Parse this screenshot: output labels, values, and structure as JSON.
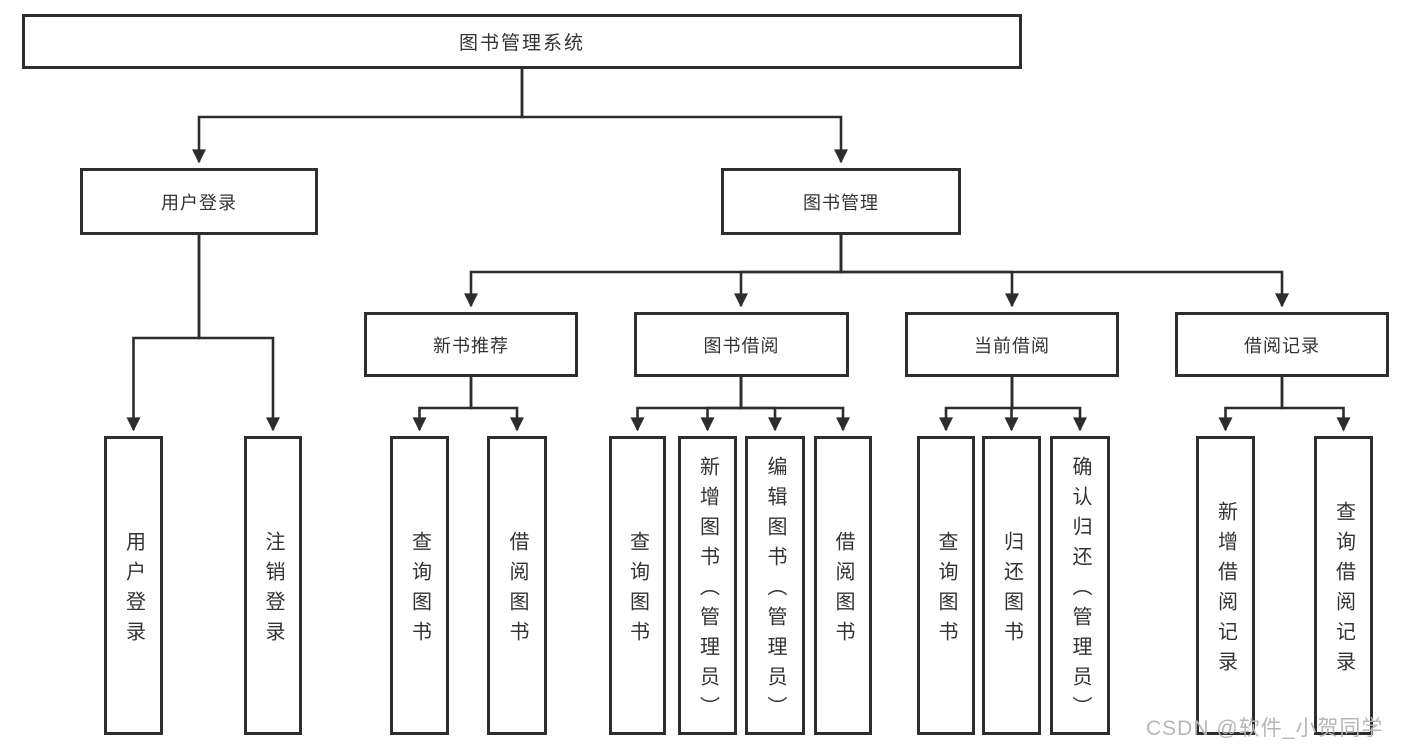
{
  "watermark": "CSDN @软件_小贺同学",
  "tree": {
    "root": {
      "label": "图书管理系统"
    },
    "user_login": {
      "label": "用户登录",
      "children": {
        "login": {
          "label": "用户登录"
        },
        "logout": {
          "label": "注销登录"
        }
      }
    },
    "book_mgmt": {
      "label": "图书管理",
      "new_books": {
        "label": "新书推荐",
        "children": {
          "query": {
            "label": "查询图书"
          },
          "borrow": {
            "label": "借阅图书"
          }
        }
      },
      "borrowing": {
        "label": "图书借阅",
        "children": {
          "query": {
            "label": "查询图书"
          },
          "add": {
            "label": "新增图书（管理员）"
          },
          "edit": {
            "label": "编辑图书（管理员）"
          },
          "borrow": {
            "label": "借阅图书"
          }
        }
      },
      "current": {
        "label": "当前借阅",
        "children": {
          "query": {
            "label": "查询图书"
          },
          "return": {
            "label": "归还图书"
          },
          "confirm": {
            "label": "确认归还（管理员）"
          }
        }
      },
      "records": {
        "label": "借阅记录",
        "children": {
          "add": {
            "label": "新增借阅记录"
          },
          "query": {
            "label": "查询借阅记录"
          }
        }
      }
    }
  },
  "colors": {
    "line": "#2d2d2d",
    "text": "#333333",
    "watermark": "#b6b6b6"
  }
}
